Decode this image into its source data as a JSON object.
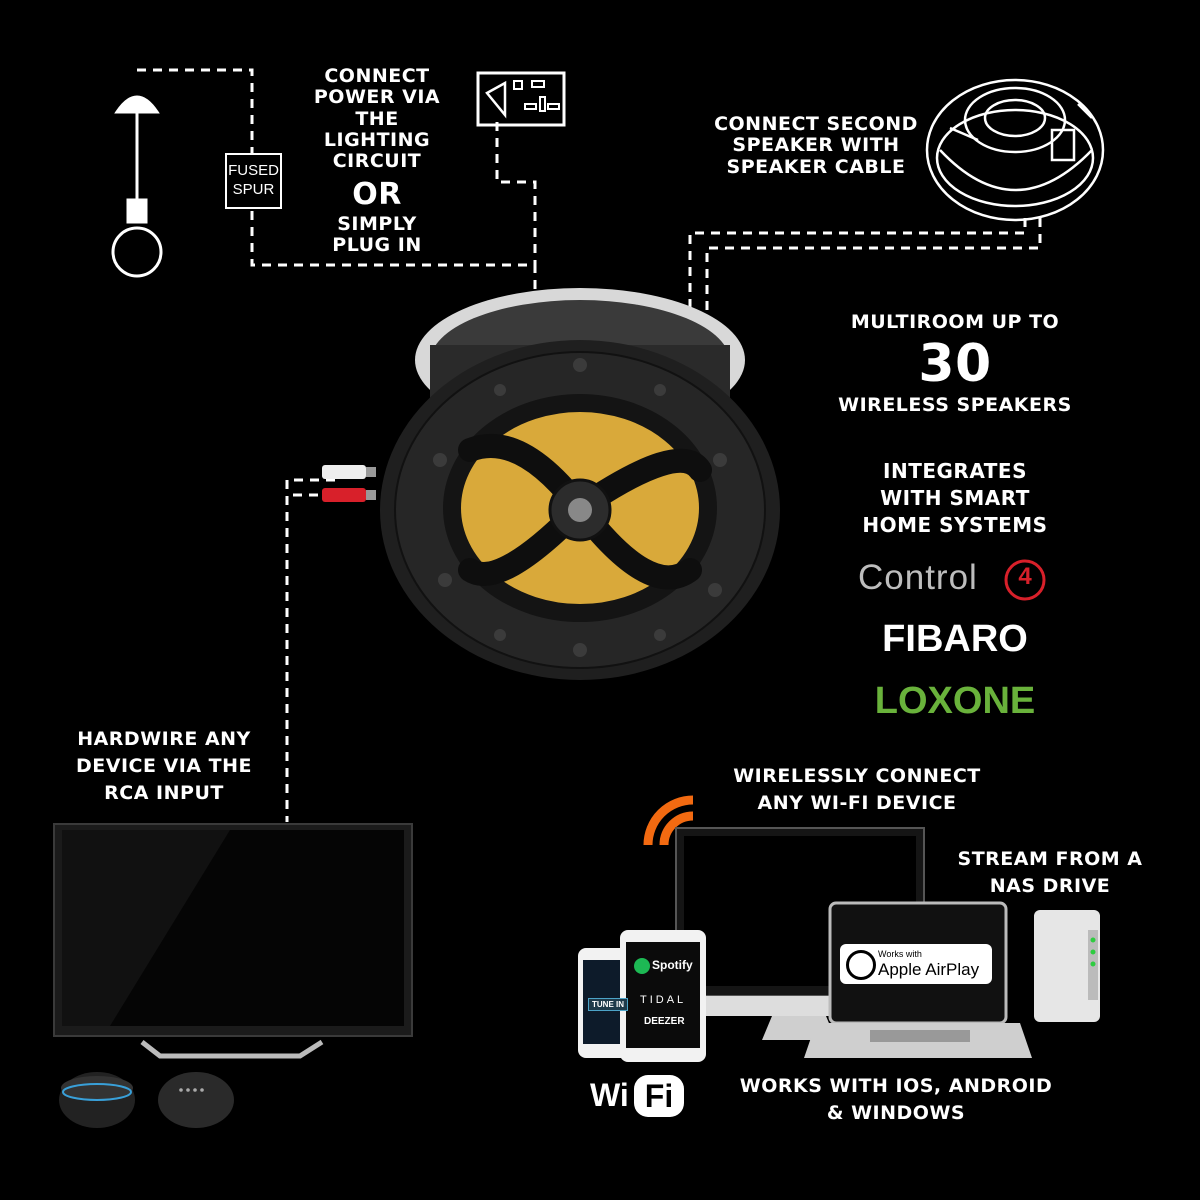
{
  "labels": {
    "power_line1": "CONNECT",
    "power_line2": "POWER VIA",
    "power_line3": "THE LIGHTING",
    "power_line4": "CIRCUIT",
    "power_or": "OR",
    "power_line5": "SIMPLY",
    "power_line6": "PLUG IN",
    "fused_line1": "FUSED",
    "fused_line2": "SPUR",
    "second_line1": "CONNECT SECOND",
    "second_line2": "SPEAKER WITH",
    "second_line3": "SPEAKER CABLE",
    "multi_line1": "MULTIROOM UP TO",
    "multi_number": "30",
    "multi_line2": "WIRELESS SPEAKERS",
    "smart_line1": "INTEGRATES",
    "smart_line2": "WITH SMART",
    "smart_line3": "HOME SYSTEMS",
    "rca_line1": "HARDWIRE ANY",
    "rca_line2": "DEVICE VIA THE",
    "rca_line3": "RCA INPUT",
    "wifi_line1": "WIRELESSLY CONNECT",
    "wifi_line2": "ANY WI-FI DEVICE",
    "nas_line1": "STREAM FROM A",
    "nas_line2": "NAS DRIVE",
    "os_line1": "WORKS WITH IOS, ANDROID",
    "os_line2": "& WINDOWS"
  },
  "logos": {
    "control4_text": "Control",
    "control4_mark": "4",
    "fibaro": "FIBARO",
    "loxone": "LOXONE",
    "wifi_left": "Wi",
    "wifi_right": "Fi",
    "airplay_small": "Works with",
    "airplay_big": "Apple AirPlay",
    "spotify": "Spotify",
    "tidal": "TIDAL",
    "deezer": "DEEZER",
    "tunein": "TUNE IN"
  },
  "colors": {
    "background": "#000000",
    "text": "#ffffff",
    "control4_red": "#d8202a",
    "fibaro": "#ffffff",
    "loxone_green": "#69b23b",
    "wifi_orange": "#f26a11",
    "cone_yellow": "#d9a93a"
  }
}
